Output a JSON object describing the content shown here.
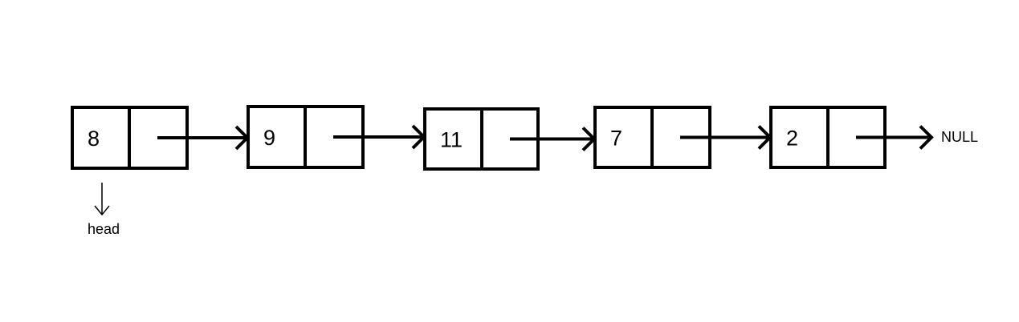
{
  "diagram": {
    "type": "singly-linked-list",
    "nodes": [
      {
        "value": "8"
      },
      {
        "value": "9"
      },
      {
        "value": "11"
      },
      {
        "value": "7"
      },
      {
        "value": "2"
      }
    ],
    "head_label": "head",
    "terminal_label": "NULL",
    "stroke_color": "#000000",
    "background_color": "#ffffff"
  }
}
